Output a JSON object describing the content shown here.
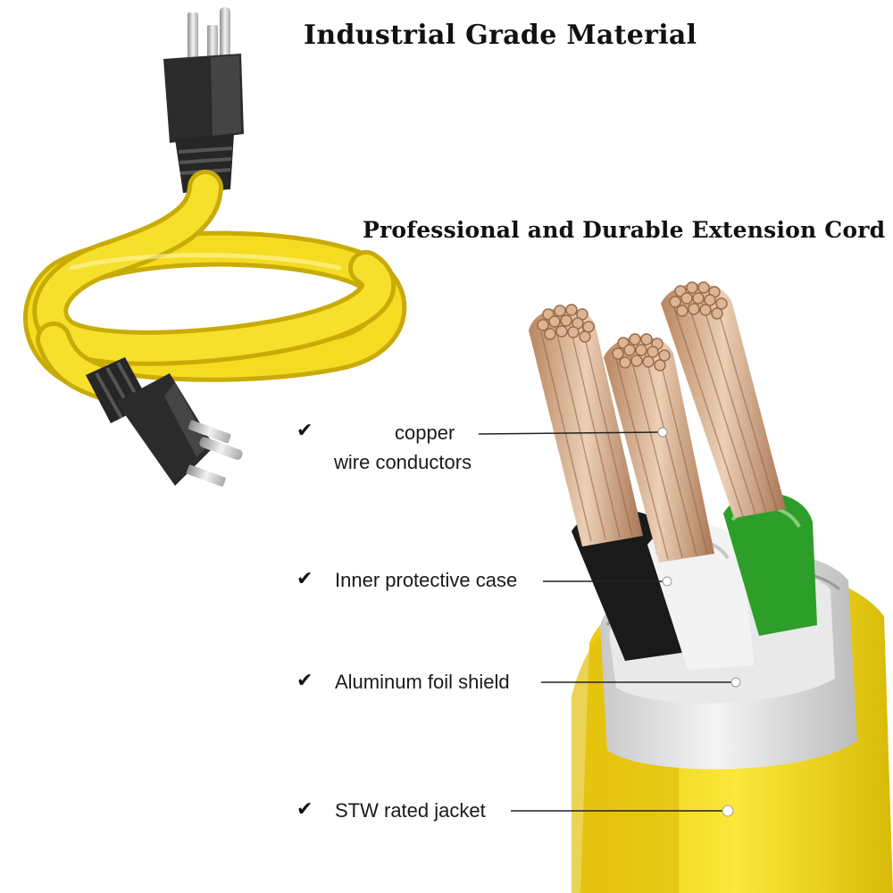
{
  "headline": "Industrial Grade Material",
  "subheadline": "Professional and Durable Extension Cord",
  "features": [
    {
      "label": "copper",
      "label2": "wire conductors"
    },
    {
      "label": "Inner protective case"
    },
    {
      "label": "Aluminum foil shield"
    },
    {
      "label": "STW rated jacket"
    }
  ],
  "colors": {
    "jacket_yellow": "#f2da1c",
    "plug_black": "#2a2a2a",
    "copper": "#d6a882",
    "ground_green": "#2e9e2a"
  }
}
